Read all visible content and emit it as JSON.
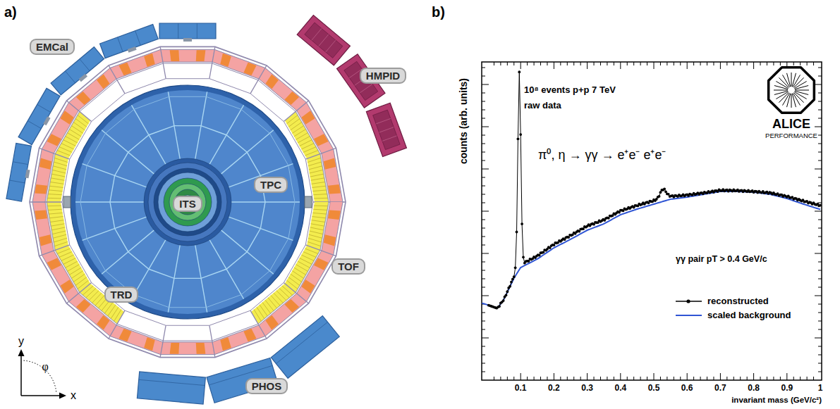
{
  "diagram": {
    "nodes": [
      {
        "text": [
          "EMCal"
        ]
      },
      {
        "text": [
          "HMPID"
        ]
      },
      {
        "text": [
          "TPC"
        ]
      },
      {
        "text": [
          "ITS"
        ]
      },
      {
        "text": [
          "TOF"
        ]
      },
      {
        "text": [
          "TRD"
        ]
      },
      {
        "text": [
          "PHOS"
        ]
      }
    ],
    "labels": [
      "a)",
      "b)",
      "y",
      "φ",
      "x",
      "10⁸ events p+p 7 TeV",
      "raw data",
      "π⁰, η → γγ → e⁺e⁻ e⁺e⁻",
      "γγ pair pT > 0.4 GeV/c",
      "counts (arb. units)",
      "0.1",
      "0.2",
      "0.3",
      "0.4",
      "0.5",
      "0.6",
      "0.7",
      "0.8",
      "0.9",
      "1",
      "invariant mass (GeV/c²)",
      "ALICE",
      "PERFORMANCE"
    ],
    "legend": [
      {
        "text": "reconstructed"
      },
      {
        "text": "scaled background"
      }
    ]
  }
}
